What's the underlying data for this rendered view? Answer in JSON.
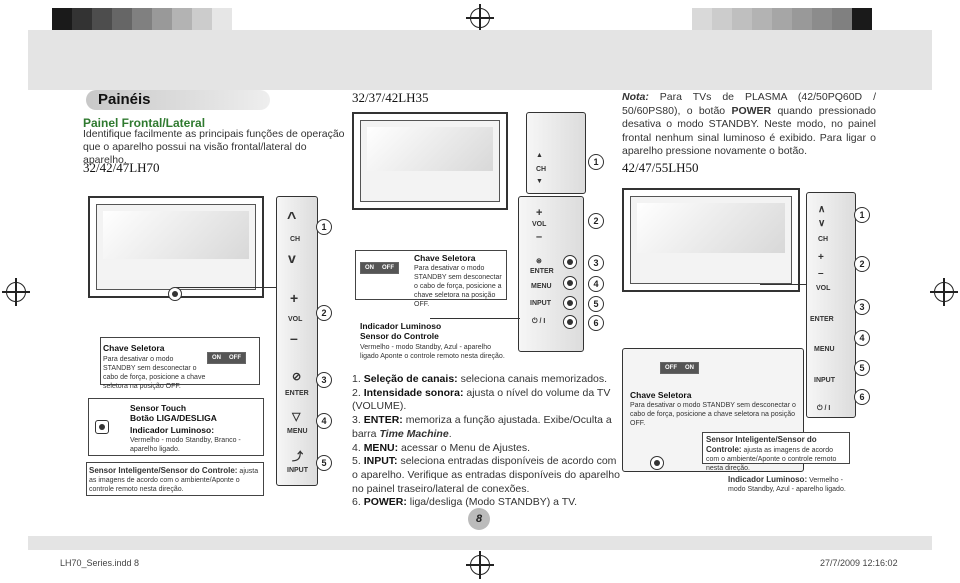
{
  "colors": {
    "accent_green": "#2f7a2f",
    "band_gray": "#e4e4e4"
  },
  "color_bar_left": [
    "#1a1a1a",
    "#333333",
    "#4d4d4d",
    "#666666",
    "#808080",
    "#999999",
    "#b3b3b3",
    "#cccccc",
    "#e6e6e6"
  ],
  "color_bar_right": [
    "#d9d9d9",
    "#cccccc",
    "#bfbfbf",
    "#b3b3b3",
    "#a6a6a6",
    "#999999",
    "#8c8c8c",
    "#808080",
    "#1a1a1a"
  ],
  "section_title": "Painéis",
  "heading": "Painel Frontal/Lateral",
  "intro": "Identifique facilmente as principais funções de operação que o aparelho possui na visão frontal/lateral do aparelho.",
  "models": {
    "left": "32/42/47LH70",
    "center": "32/37/42LH35",
    "right": "42/47/55LH50"
  },
  "note": {
    "label": "Nota:",
    "text_1": "Para TVs de PLASMA (42/50PQ60D / 50/60PS80), o botão",
    "power_word": "POWER",
    "text_2": "quando pressionado desativa o modo STANDBY. Neste modo, no painel frontal nenhum sinal luminoso é exibido. Para ligar o aparelho pressione novamente o botão."
  },
  "buttons": {
    "ch": "CH",
    "vol": "VOL",
    "enter": "ENTER",
    "menu": "MENU",
    "input": "INPUT",
    "power": "⏻ / I",
    "plus": "+",
    "minus": "–"
  },
  "numbers": [
    "1",
    "2",
    "3",
    "4",
    "5",
    "6"
  ],
  "callouts": {
    "chave_title": "Chave Seletora",
    "chave_text_left": "Para desativar o modo STANDBY sem desconectar o cabo de força, posicione a chave seletora na posição OFF.",
    "chave_text_center": "Para desativar o modo STANDBY sem desconectar o cabo de força, posicione a chave seletora na posição OFF.",
    "chave_text_right": "Para desativar o modo STANDBY sem desconectar o cabo de força, posicione a chave seletora na posição OFF.",
    "sensor_touch_title": "Sensor Touch",
    "botao_title": "Botão LIGA/DESLIGA",
    "indicador_title": "Indicador Luminoso:",
    "indicador_text": "Vermelho - modo Standby, Branco - aparelho ligado.",
    "sensor_ctrl_title": "Sensor Inteligente/Sensor do Controle:",
    "sensor_ctrl_text": "ajusta as imagens de acordo com o ambiente/Aponte o controle remoto nesta direção.",
    "indicador_center_title": "Indicador Luminoso",
    "sensor_center_title": "Sensor do Controle",
    "indicador_center_text": "Vermelho - modo Standby, Azul - aparelho ligado Aponte o controle remoto nesta direção.",
    "indicador_right_title": "Indicador Luminoso:",
    "indicador_right_text": "Vermelho - modo Standby, Azul - aparelho ligado.",
    "sensor_right_title": "Sensor Inteligente/Sensor do Controle:",
    "sensor_right_text": "ajusta as imagens de acordo com o ambiente/Aponte o controle remoto nesta direção.",
    "on": "ON",
    "off": "OFF"
  },
  "functions": [
    {
      "n": "1.",
      "label": "Seleção de canais:",
      "text": "seleciona canais memorizados."
    },
    {
      "n": "2.",
      "label": "Intensidade sonora:",
      "text": "ajusta o nível do volume da TV (VOLUME)."
    },
    {
      "n": "3.",
      "label": "ENTER:",
      "text": "memoriza a função ajustada. Exibe/Oculta a barra",
      "italic": "Time Machine",
      "tail": "."
    },
    {
      "n": "4.",
      "label": "MENU:",
      "text": "acessar o Menu de Ajustes."
    },
    {
      "n": "5.",
      "label": "INPUT:",
      "text": "seleciona entradas disponíveis de acordo com o aparelho. Verifique as entradas disponíveis do aparelho no painel traseiro/lateral de conexões."
    },
    {
      "n": "6.",
      "label": "POWER:",
      "text": "liga/desliga (Modo STANDBY) a TV."
    }
  ],
  "page_number": "8",
  "footer": {
    "file": "LH70_Series.indd   8",
    "date": "27/7/2009   12:16:02"
  }
}
